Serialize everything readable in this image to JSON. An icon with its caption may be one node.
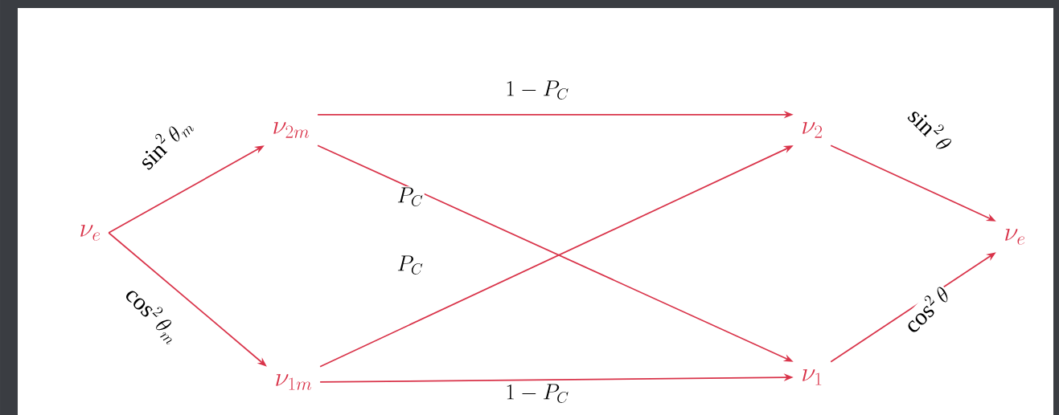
{
  "diagram": {
    "nodes": [
      {
        "text": [
          "\\nu_e"
        ]
      },
      {
        "text": [
          "\\nu_{2m}"
        ]
      },
      {
        "text": [
          "\\nu_{1m}"
        ]
      },
      {
        "text": [
          "\\nu_2"
        ]
      },
      {
        "text": [
          "\\nu_1"
        ]
      },
      {
        "text": [
          "\\nu_e"
        ]
      }
    ],
    "edges": [
      {
        "from": 0,
        "to": 1,
        "arrow": "to",
        "label": "\\sin^2\\theta_m"
      },
      {
        "from": 0,
        "to": 2,
        "arrow": "to",
        "label": "\\cos^2\\theta_m"
      },
      {
        "from": 1,
        "to": 3,
        "arrow": "to",
        "label": "1-P_C"
      },
      {
        "from": 1,
        "to": 4,
        "arrow": "to",
        "label": "P_C"
      },
      {
        "from": 2,
        "to": 3,
        "arrow": "to",
        "label": "P_C"
      },
      {
        "from": 2,
        "to": 4,
        "arrow": "to",
        "label": "1-P_C"
      },
      {
        "from": 3,
        "to": 5,
        "arrow": "to",
        "label": "\\sin^2\\theta"
      },
      {
        "from": 4,
        "to": 5,
        "arrow": "to",
        "label": "\\cos^2\\theta"
      }
    ]
  }
}
